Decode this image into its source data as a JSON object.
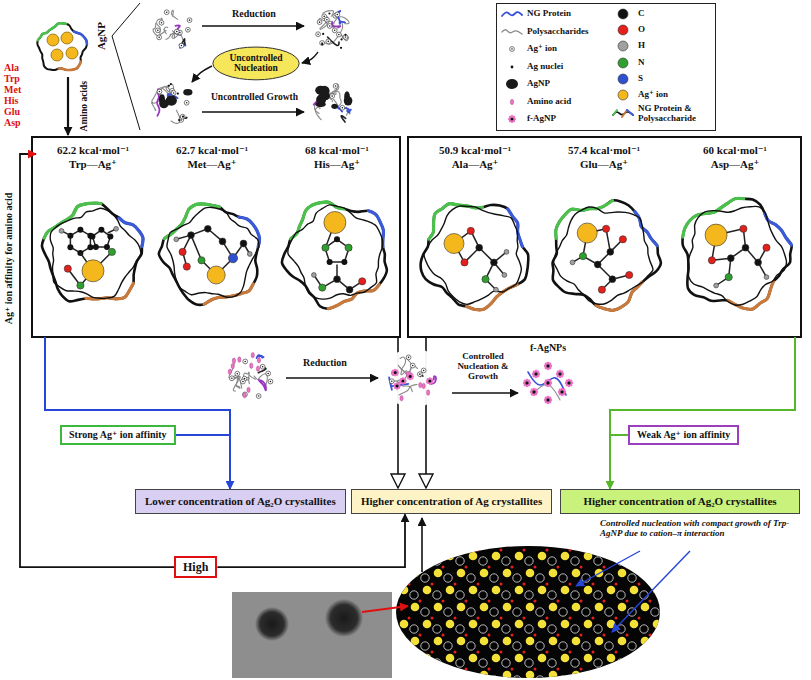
{
  "diagram": {
    "nodes": [
      {
        "text": [
          "Uncontrolled Nucleation"
        ]
      },
      {
        "text": [
          "62.2 kcal·mol⁻¹",
          "Trp—Ag⁺"
        ]
      },
      {
        "text": [
          "62.7 kcal·mol⁻¹",
          "Met—Ag⁺"
        ]
      },
      {
        "text": [
          "68 kcal·mol⁻¹",
          "His—Ag⁺"
        ]
      },
      {
        "text": [
          "50.9 kcal·mol⁻¹",
          "Ala—Ag⁺"
        ]
      },
      {
        "text": [
          "57.4 kcal·mol⁻¹",
          "Glu—Ag⁺"
        ]
      },
      {
        "text": [
          "60 kcal·mol⁻¹",
          "Asp—Ag⁺"
        ]
      },
      {
        "text": [
          "Strong Ag⁺ ion affinity"
        ]
      },
      {
        "text": [
          "Weak Ag⁺ ion affinity"
        ]
      },
      {
        "text": [
          "Lower concentration of Ag₂O crystallites"
        ]
      },
      {
        "text": [
          "Higher concentration of Ag crystallites"
        ]
      },
      {
        "text": [
          "Higher concentration of Ag₂O crystallites"
        ]
      },
      {
        "text": [
          "High"
        ]
      }
    ],
    "edges": [
      {
        "from": 12,
        "to": 1,
        "arrow": "to"
      },
      {
        "from": 7,
        "to": 9,
        "arrow": "to"
      },
      {
        "from": 8,
        "to": 11,
        "arrow": "to"
      },
      {
        "from": 12,
        "to": 10,
        "arrow": "to"
      }
    ],
    "labels": [
      "AgNP",
      "Reduction",
      "Uncontrolled Growth",
      "Amino acids",
      "Ala",
      "Trp",
      "Met",
      "His",
      "Glu",
      "Asp",
      "Ag⁺ ion affinity for amino acid",
      "Reduction",
      "Controlled Nucleation & Growth",
      "f-AgNPs",
      "Controlled nucleation with compact growth of Trp-AgNP due to cation–π interaction"
    ],
    "legend": [
      {
        "text": "NG Protein"
      },
      {
        "text": "Polysaccharides"
      },
      {
        "text": "Ag⁺ ion"
      },
      {
        "text": "Ag nuclei"
      },
      {
        "text": "AgNP"
      },
      {
        "text": "Amino acid"
      },
      {
        "text": "f-AgNP"
      },
      {
        "text": "C",
        "color": "#111111"
      },
      {
        "text": "O",
        "color": "#e3201b"
      },
      {
        "text": "H",
        "color": "#a0a0a0"
      },
      {
        "text": "N",
        "color": "#2fa02f"
      },
      {
        "text": "S",
        "color": "#2f4fd0"
      },
      {
        "text": "Ag⁺ ion",
        "color": "#f5b81c"
      },
      {
        "text": "NG Protein & Polysaccharide"
      }
    ]
  }
}
